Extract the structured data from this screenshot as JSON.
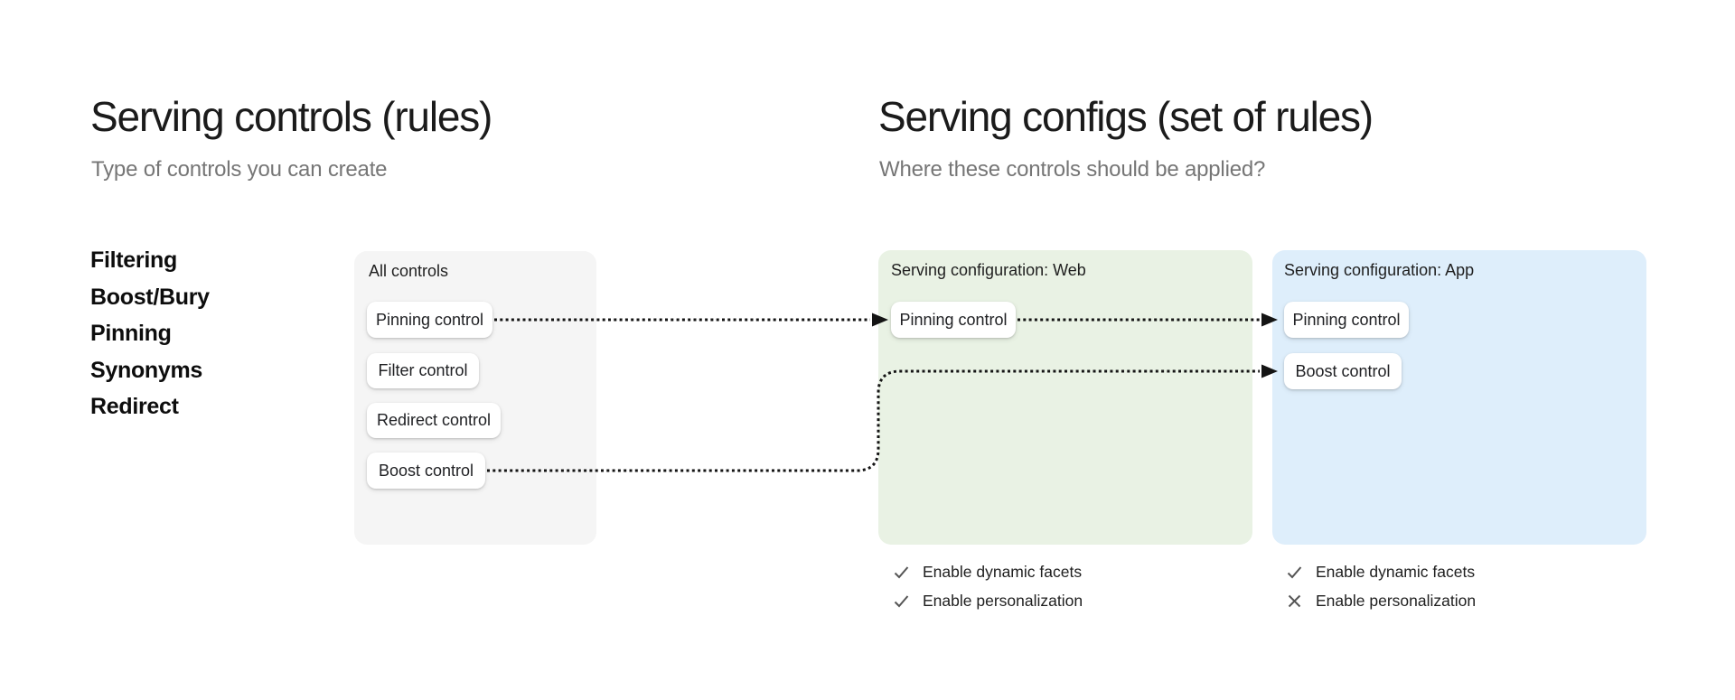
{
  "left_section": {
    "title": "Serving controls (rules)",
    "subtitle": "Type of controls you can create",
    "control_types": [
      "Filtering",
      "Boost/Bury",
      "Pinning",
      "Synonyms",
      "Redirect"
    ]
  },
  "right_section": {
    "title": "Serving configs (set of rules)",
    "subtitle": "Where these controls should be applied?"
  },
  "all_controls_card": {
    "label": "All controls",
    "controls": [
      "Pinning control",
      "Filter control",
      "Redirect control",
      "Boost control"
    ]
  },
  "web_card": {
    "label": "Serving configuration: Web",
    "controls": [
      "Pinning control"
    ],
    "features": [
      {
        "label": "Enable dynamic facets",
        "enabled": true
      },
      {
        "label": "Enable personalization",
        "enabled": true
      }
    ]
  },
  "app_card": {
    "label": "Serving configuration: App",
    "controls": [
      "Pinning control",
      "Boost control"
    ],
    "features": [
      {
        "label": "Enable dynamic facets",
        "enabled": true
      },
      {
        "label": "Enable personalization",
        "enabled": false
      }
    ]
  },
  "icons": {
    "check": "check-icon",
    "cross": "cross-icon",
    "arrow": "dotted-arrow"
  },
  "colors": {
    "background": "#ffffff",
    "title_text": "#1b1b1b",
    "subtitle_text": "#767676",
    "all_controls_card_bg": "#f5f5f5",
    "web_card_bg": "#e9f2e4",
    "app_card_bg": "#deeefb",
    "pill_bg": "#ffffff",
    "pill_text": "#202124",
    "arrow": "#141414",
    "feature_icon": "#555555"
  }
}
